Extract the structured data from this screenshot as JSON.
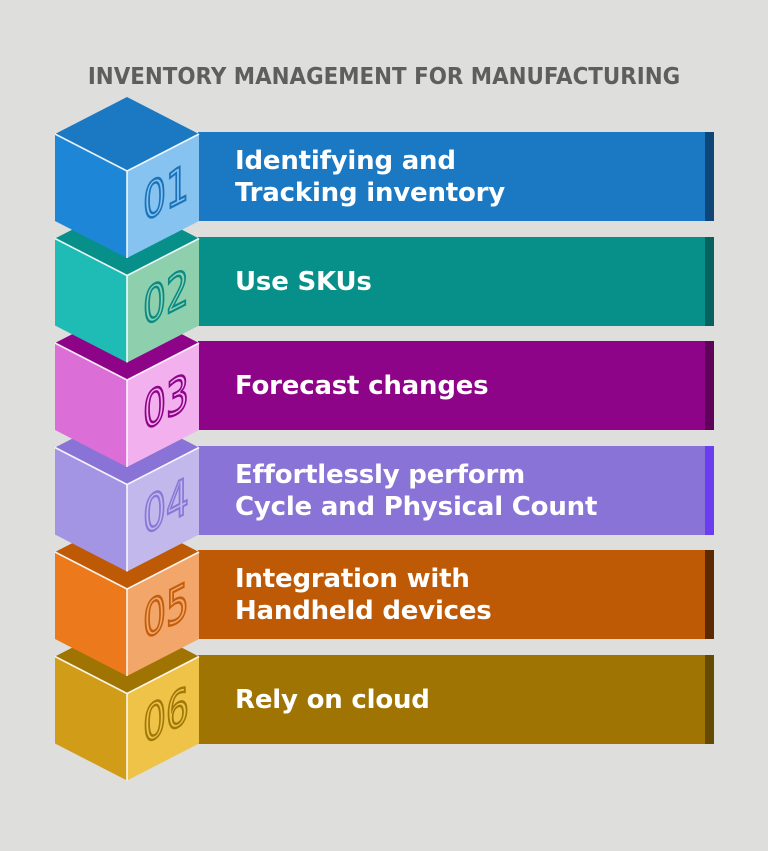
{
  "title": "INVENTORY MANAGEMENT FOR MANUFACTURING",
  "background": "#dededc",
  "steps": [
    {
      "number": "01",
      "label": "Identifying and\nTracking inventory",
      "colors": {
        "band": "#1b78c2",
        "band_edge": "#0d4677",
        "cube_top": "#1b78c2",
        "cube_left": "#1e86d6",
        "cube_right": "#86c3f0",
        "number_stroke": "#1a72b8"
      }
    },
    {
      "number": "02",
      "label": "Use SKUs",
      "colors": {
        "band": "#07908a",
        "band_edge": "#05625e",
        "cube_top": "#07908a",
        "cube_left": "#1fbcb5",
        "cube_right": "#8ecfae",
        "number_stroke": "#0a8a84"
      }
    },
    {
      "number": "03",
      "label": "Forecast changes",
      "colors": {
        "band": "#8e0488",
        "band_edge": "#5e025a",
        "cube_top": "#8e0488",
        "cube_left": "#dc6fd7",
        "cube_right": "#f2b1ee",
        "number_stroke": "#8e0488"
      }
    },
    {
      "number": "04",
      "label": "Effortlessly perform\nCycle and Physical Count",
      "colors": {
        "band": "#8a73d6",
        "band_edge": "#6a3ef0",
        "cube_top": "#8a73d6",
        "cube_left": "#a495e4",
        "cube_right": "#c2b8ec",
        "number_stroke": "#8a78d8"
      }
    },
    {
      "number": "05",
      "label": "Integration with\nHandheld devices",
      "colors": {
        "band": "#be5a06",
        "band_edge": "#5c2a02",
        "cube_top": "#be5a06",
        "cube_left": "#ec7a1c",
        "cube_right": "#f3a66a",
        "number_stroke": "#c25e0c"
      }
    },
    {
      "number": "06",
      "label": "Rely on cloud",
      "colors": {
        "band": "#a07402",
        "band_edge": "#644a02",
        "cube_top": "#a07402",
        "cube_left": "#d19d18",
        "cube_right": "#eec348",
        "number_stroke": "#a07808"
      }
    }
  ]
}
